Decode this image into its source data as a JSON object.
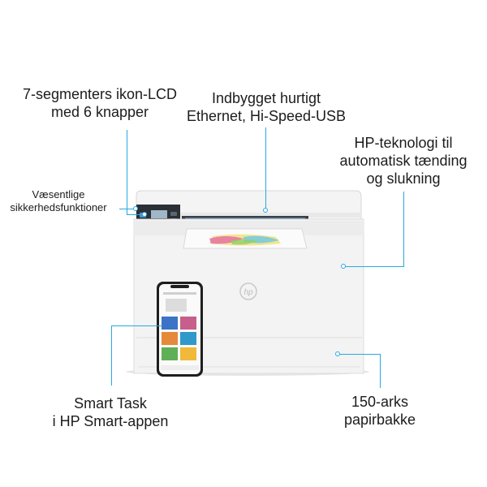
{
  "callouts": {
    "lcd": {
      "line1": "7-segmenters ikon-LCD",
      "line2": "med 6 knapper"
    },
    "ethernet": {
      "line1": "Indbygget hurtigt",
      "line2": "Ethernet, Hi-Speed-USB"
    },
    "auto_onoff": {
      "line1": "HP-teknologi til",
      "line2": "automatisk tænding",
      "line3": "og slukning"
    },
    "security": {
      "line1": "Væsentlige",
      "line2": "sikkerhedsfunktioner"
    },
    "smart_task": {
      "line1": "Smart Task",
      "line2": "i HP Smart-appen"
    },
    "tray": {
      "line1": "150-arks",
      "line2": "papirbakke"
    }
  },
  "colors": {
    "accent": "#27a9e1",
    "printer_body": "#f2f2f2",
    "panel": "#2b2f36"
  },
  "printer": {
    "brand_logo": "hp-logo"
  },
  "phone": {
    "screen_title": "HP Smart"
  }
}
